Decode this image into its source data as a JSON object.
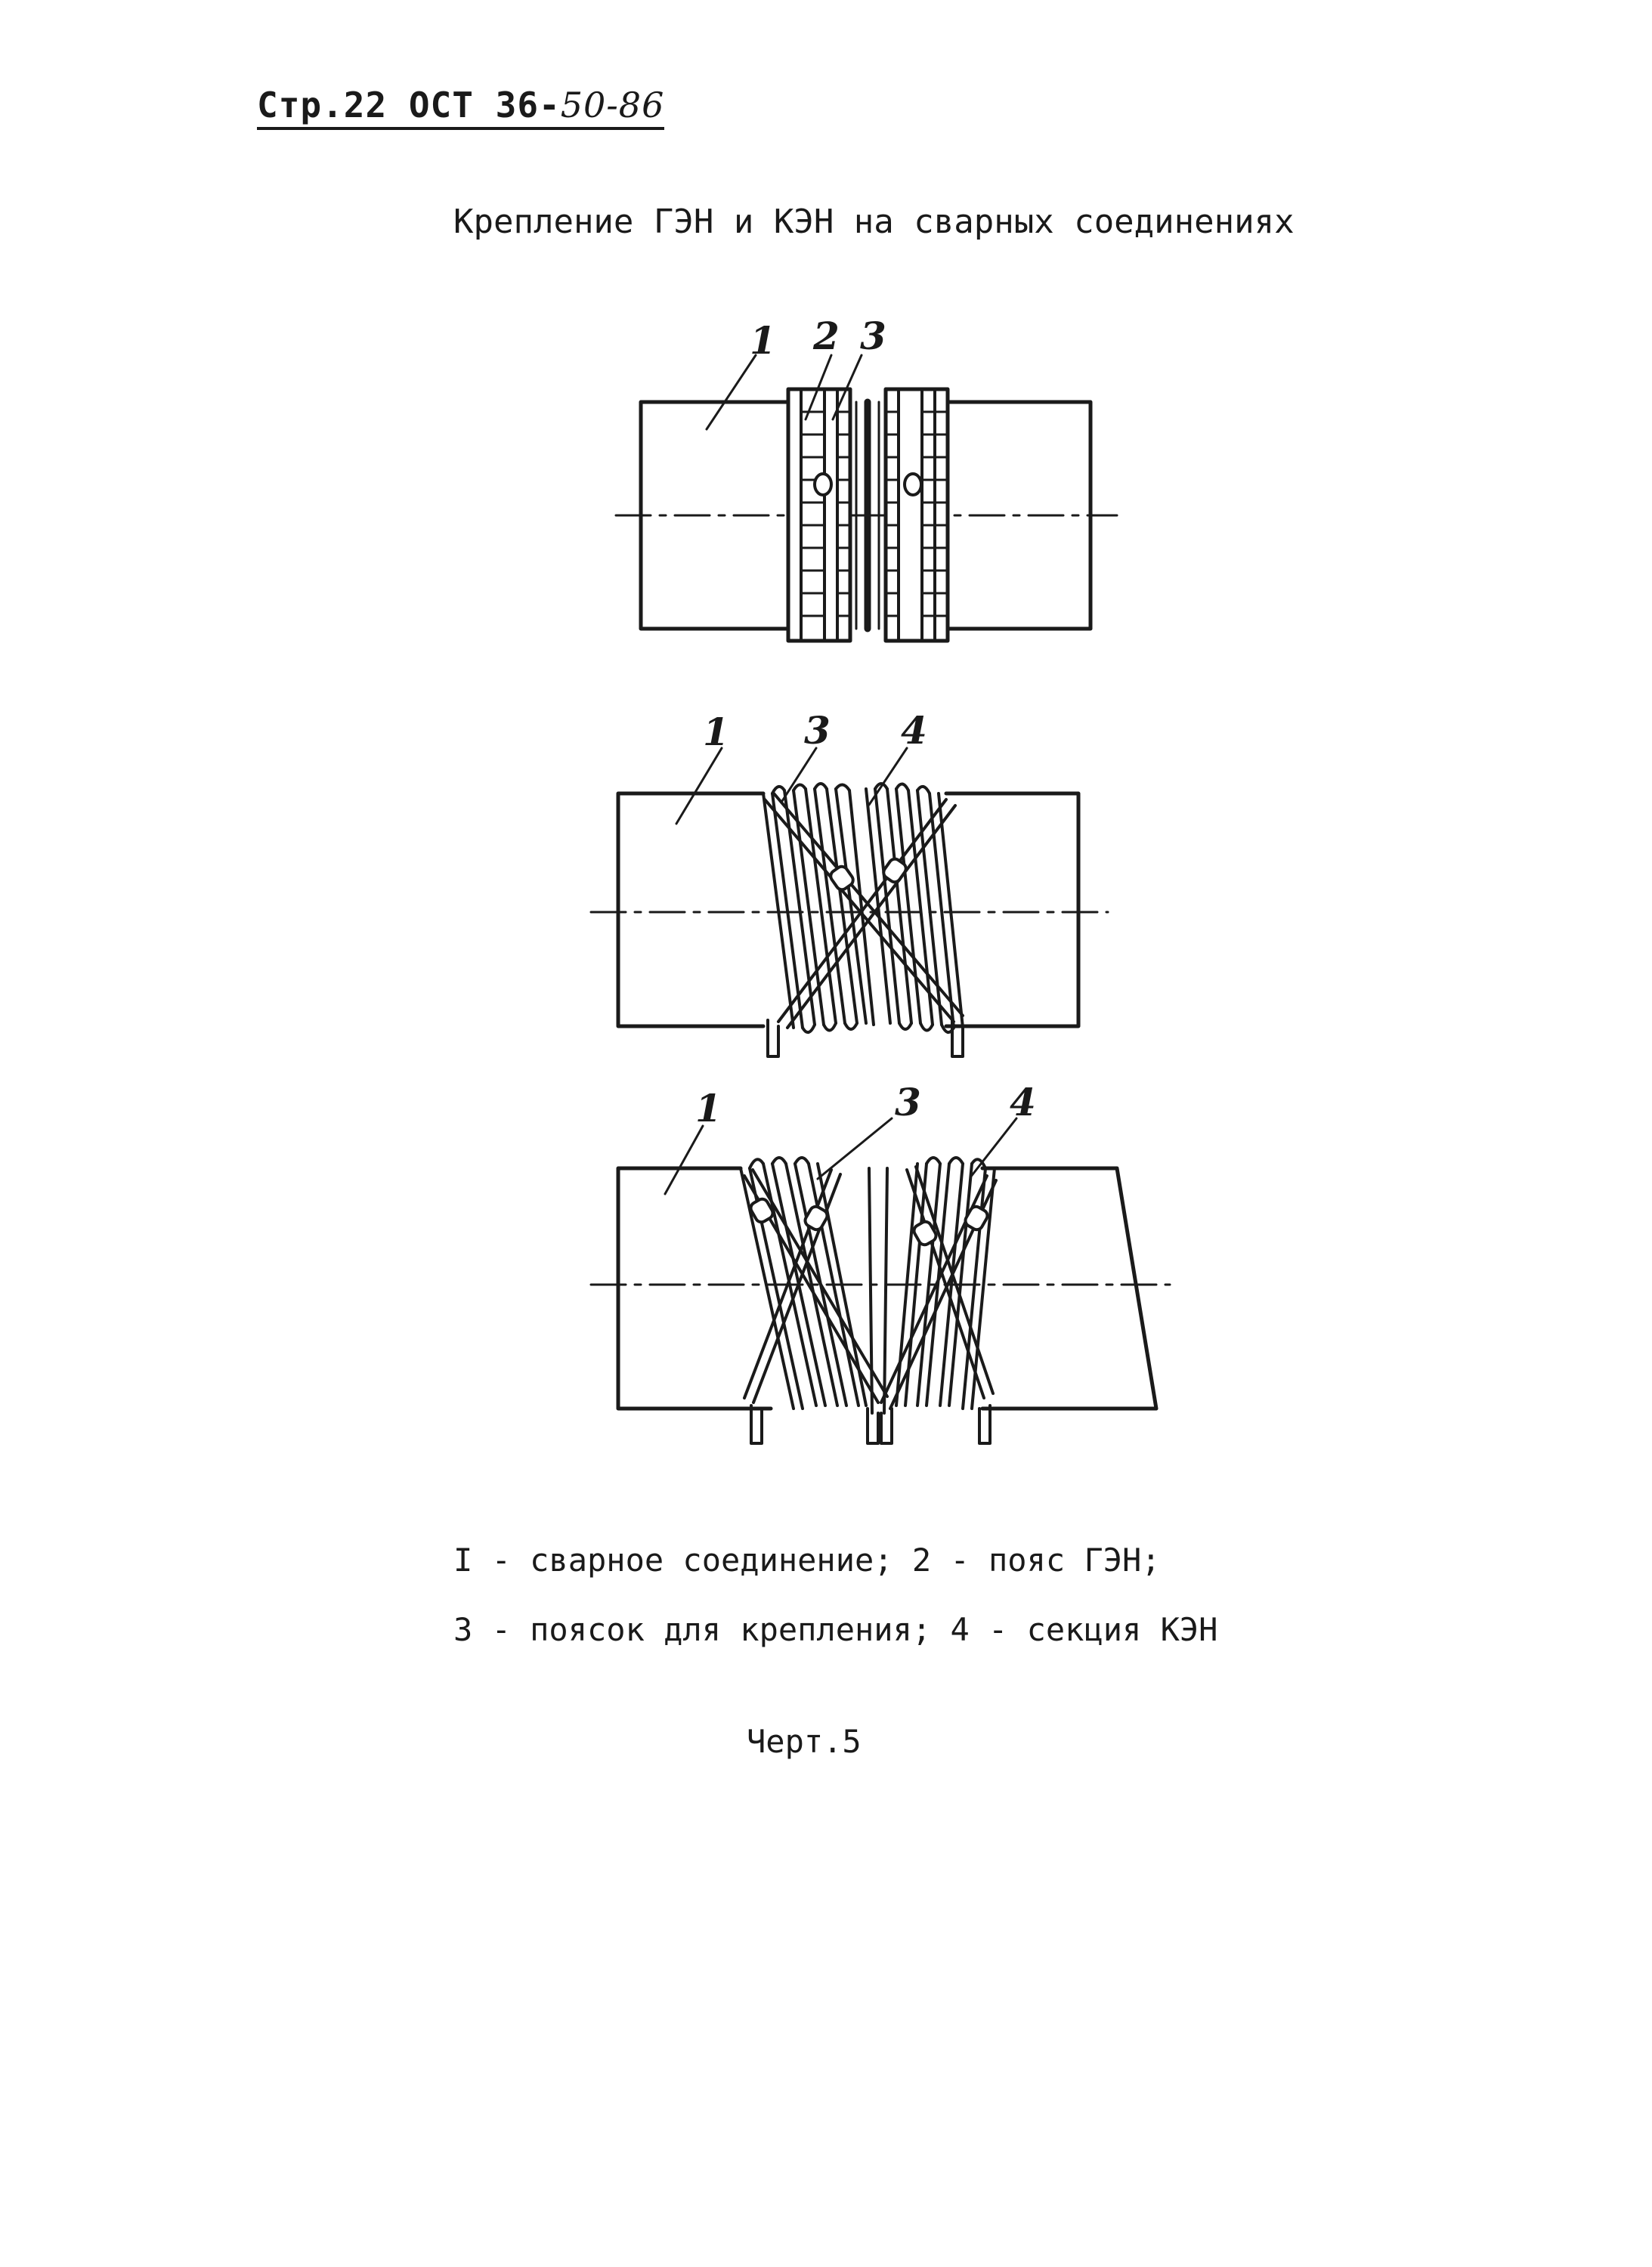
{
  "header": {
    "prefix": "Стр.22 ОСТ 36-",
    "handwritten": "50-86"
  },
  "figure": {
    "title": "Крепление ГЭН и КЭН на сварных соединениях",
    "number": "Черт.5"
  },
  "callouts": {
    "view_1": [
      "1",
      "2",
      "3"
    ],
    "view_2": [
      "1",
      "3",
      "4"
    ],
    "view_3": [
      "1",
      "3",
      "4"
    ]
  },
  "legend": {
    "line_1": "I - сварное соединение; 2 - пояс ГЭН;",
    "line_2": "3 - поясок для крепления; 4 - секция КЭН"
  }
}
